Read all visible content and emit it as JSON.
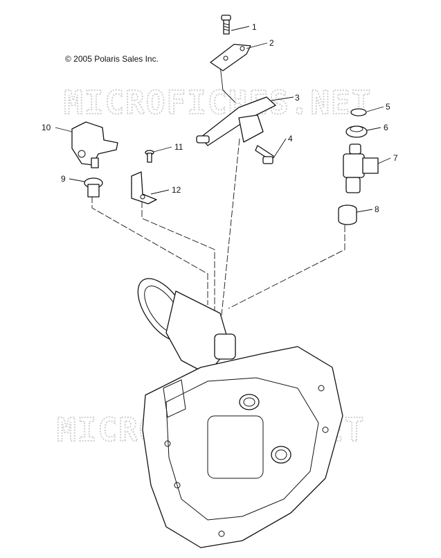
{
  "copyright": "© 2005 Polaris Sales Inc.",
  "watermark": "MICROFICHES.NET",
  "callouts": [
    "1",
    "2",
    "3",
    "4",
    "5",
    "6",
    "7",
    "8",
    "9",
    "10",
    "11",
    "12"
  ]
}
